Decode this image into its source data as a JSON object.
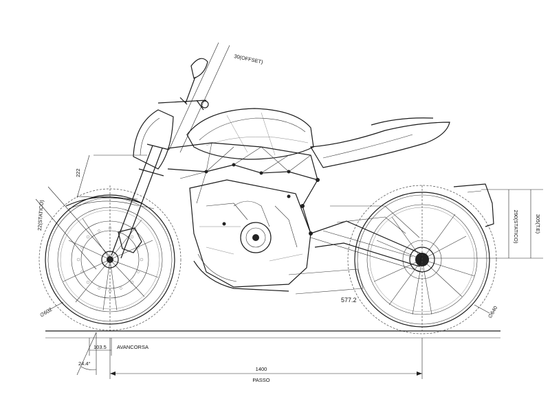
{
  "dimensions": {
    "offset": "30(OFFSET)",
    "fork_height": "222",
    "front_static": "22(STATICO)",
    "front_wheel_diameter": "∅602",
    "rear_wheel_diameter": "∅640",
    "rear_static": "290(STATICO)",
    "rear_height": "305(T.E)",
    "swingarm_length": "577.2",
    "trail_value": "103.5",
    "trail_label": "AVANCORSA",
    "rake_angle": "24.4°",
    "wheelbase_value": "1400",
    "wheelbase_label": "PASSO"
  }
}
